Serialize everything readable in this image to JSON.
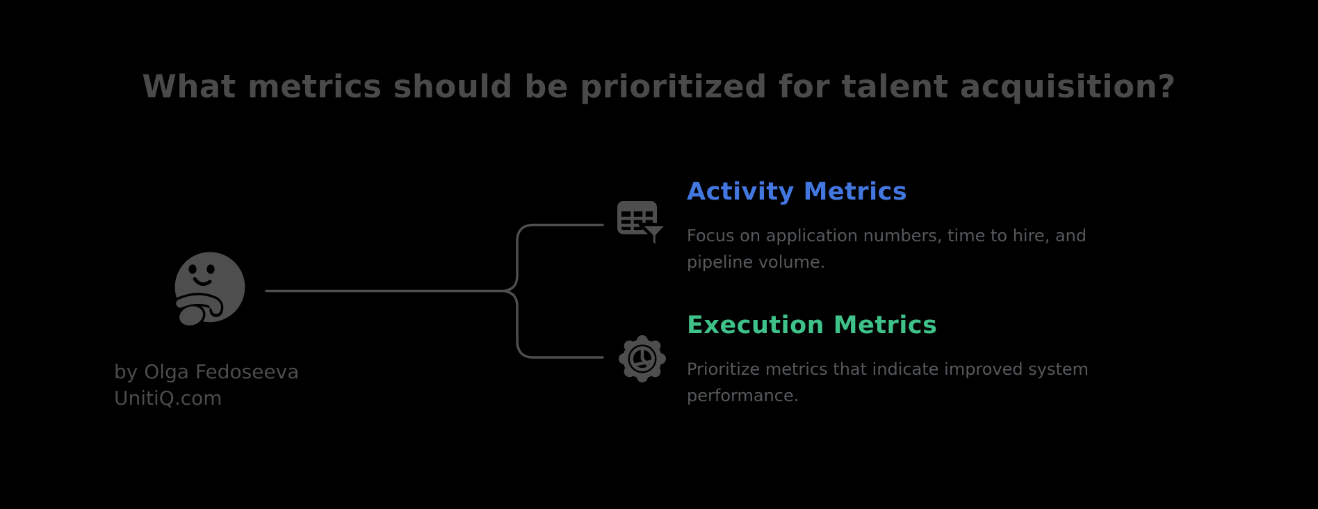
{
  "title": "What metrics should be prioritized for talent acquisition?",
  "root": {
    "icon": "thinking-face-emoji"
  },
  "byline": {
    "author": "by Olga Fedoseeva",
    "website": "UnitiQ.com"
  },
  "branches": [
    {
      "label": "Activity Metrics",
      "color": "#4277E0",
      "icon": "table-filter-icon",
      "description": "Focus on application numbers, time to hire, and\npipeline volume."
    },
    {
      "label": "Execution Metrics",
      "color": "#3EC28A",
      "icon": "gear-pie-icon",
      "description": "Prioritize metrics that indicate improved system\nperformance."
    }
  ],
  "colors": {
    "background": "#000000",
    "title_text": "#4A4A4A",
    "body_text": "#56595C",
    "byline_text": "#4A4C4E",
    "line_and_icon": "#4E4E4E",
    "activity_accent": "#4277E0",
    "execution_accent": "#3EC28A"
  }
}
